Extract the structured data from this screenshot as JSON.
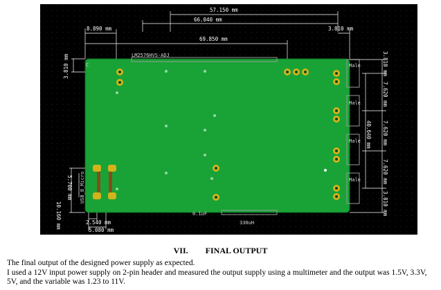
{
  "figure": {
    "dimensions": {
      "top1": "57.150 mm",
      "top2": "66.040 mm",
      "top3": "69.850 mm",
      "top_left": "8.890 mm",
      "top_right": "3.810 mm",
      "left_top": "3.810 mm",
      "left_mid": "5.700 mm",
      "left_big": "10.160 mm",
      "bottom1": "2.540 mm",
      "bottom2": "5.080 mm",
      "right_1": "3.810 mm",
      "right_2": "7.620 mm",
      "right_3": "7.620 mm",
      "right_4": "7.620 mm",
      "right_5": "3.810 mm",
      "right_tall": "40.640 mm"
    },
    "labels": {
      "chip": "LM2576HVS-ADJ",
      "usb": "USB_B_Micro",
      "cap_bottom": "0.1uF",
      "inductor": "330uH",
      "male_1": "Male",
      "male_2": "Male",
      "male_3": "Male",
      "male_4": "Male",
      "c_top": "C"
    },
    "colors": {
      "board": "#19a336",
      "pad": "#d4b21c",
      "grid": "#3a3a3a",
      "dimension": "#ffffff"
    }
  },
  "section": {
    "number": "VII.",
    "title": "FINAL OUTPUT"
  },
  "paragraphs": [
    "The final output of the designed power supply as expected.",
    "I used a 12V input power supply on 2-pin header and measured the output supply using a multimeter and the output was 1.5V, 3.3V, 5V, and the variable was 1.23 to 11V."
  ]
}
